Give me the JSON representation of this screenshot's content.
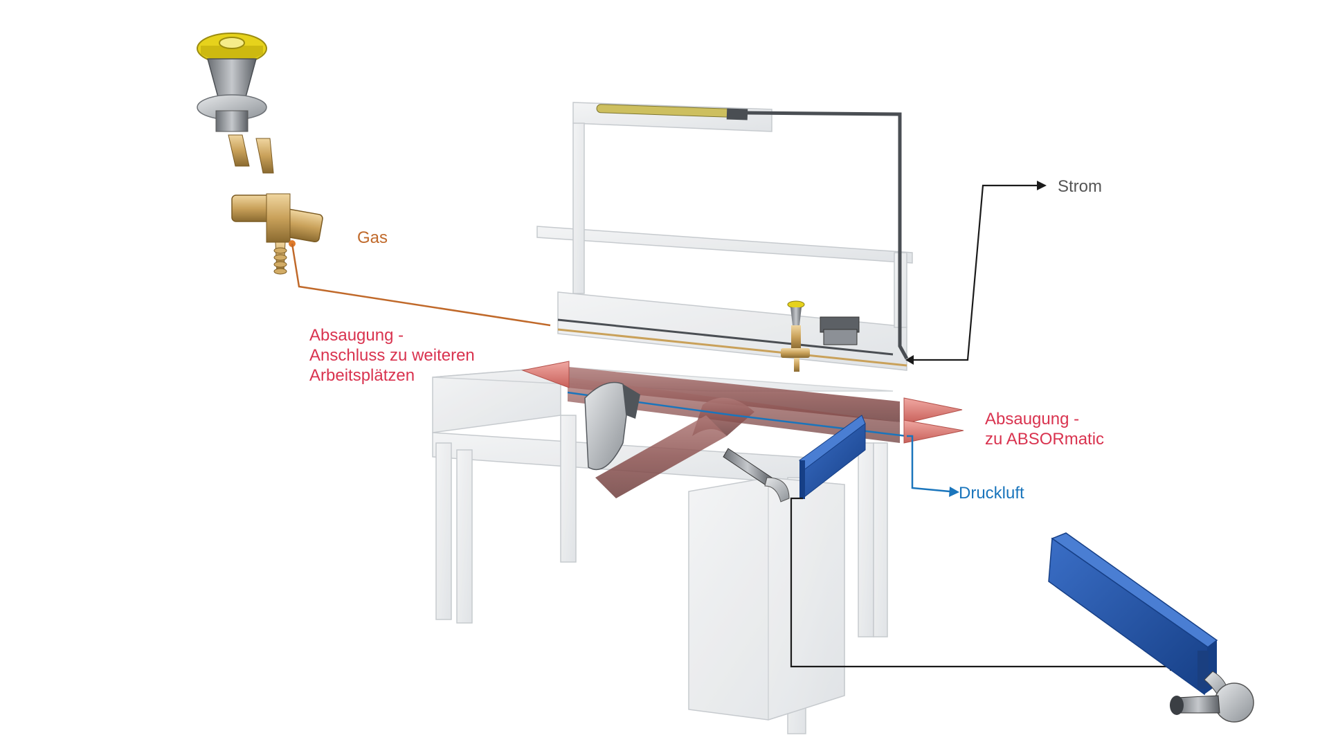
{
  "labels": {
    "gas": "Gas",
    "strom": "Strom",
    "absaugung_left": {
      "line1": "Absaugung -",
      "line2": "Anschluss zu weiteren",
      "line3": "Arbeitsplätzen"
    },
    "absaugung_right": {
      "line1": "Absaugung -",
      "line2": "zu ABSORmatic"
    },
    "druckluft": "Druckluft"
  },
  "colors": {
    "gas": "#c0692a",
    "strom": "#555555",
    "absaugung": "#d9334f",
    "druckluft": "#1a75bc",
    "glass": "#e8eaec",
    "duct": "#8a4a4a",
    "cone": "#d87a74",
    "blue_module": "#1f4fa0",
    "brass": "#c9a15a",
    "yellow_knob": "#e6d21c"
  }
}
